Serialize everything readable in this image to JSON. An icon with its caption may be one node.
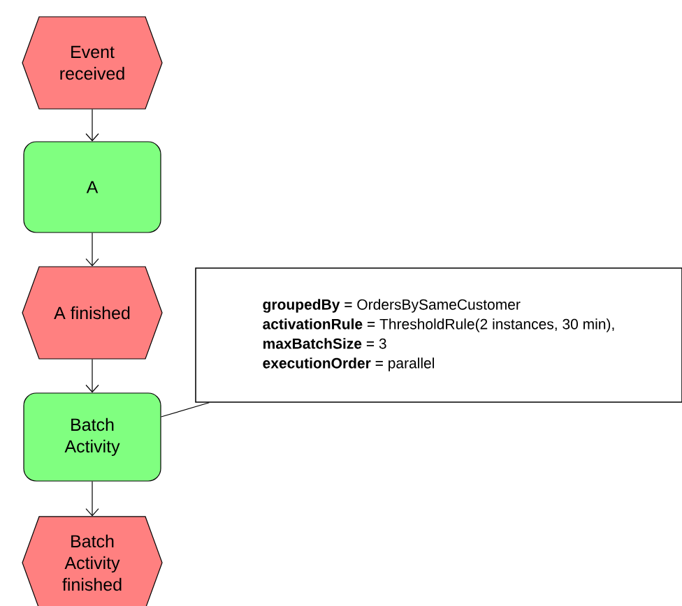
{
  "diagram": {
    "nodes": [
      {
        "text": [
          "Event received"
        ]
      },
      {
        "text": [
          "A"
        ]
      },
      {
        "text": [
          "A finished"
        ]
      },
      {
        "text": [
          "Batch Activity"
        ]
      },
      {
        "text": [
          "Batch Activity finished"
        ]
      },
      {
        "text": [
          "**groupedBy** = OrdersBySameCustomer",
          "**activationRule** = ThresholdRule(2 instances, 30 min),",
          "**maxBatchSize** = 3",
          "**executionOrder** = parallel"
        ]
      }
    ],
    "edges": [
      {
        "from": 0,
        "to": 1,
        "arrow": "to"
      },
      {
        "from": 1,
        "to": 2,
        "arrow": "to"
      },
      {
        "from": 2,
        "to": 3,
        "arrow": "to"
      },
      {
        "from": 3,
        "to": 4,
        "arrow": "to"
      },
      {
        "from": 5,
        "to": 3,
        "arrow": "none"
      }
    ]
  }
}
